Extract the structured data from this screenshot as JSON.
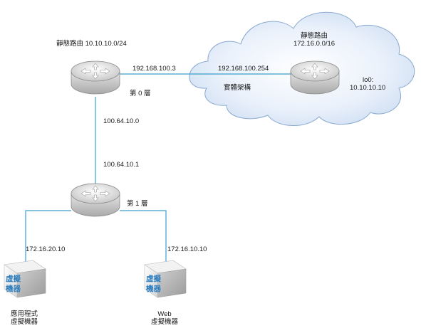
{
  "diagram": {
    "tier0_router_label": "靜態路由 10.10.10.0/24",
    "tier0_label": "第 0 層",
    "tier0_uplink_ip": "192.168.100.3",
    "physical_router_label_line1": "靜態路由",
    "physical_router_label_line2": "172.16.0.0/16",
    "physical_router_ip": "192.168.100.254",
    "physical_infra_label": "實體架構",
    "loopback_label": "lo0:",
    "loopback_ip": "10.10.10.10",
    "link_t0_ip": "100.64.10.0",
    "link_t1_ip": "100.64.10.1",
    "tier1_label": "第 1 層",
    "app_vm_ip": "172.16.20.10",
    "web_vm_ip": "172.16.10.10",
    "vm_icon_text_line1": "虛擬",
    "vm_icon_text_line2": "機器",
    "app_vm_label_line1": "應用程式",
    "app_vm_label_line2": "虛擬機器",
    "web_vm_label_line1": "Web",
    "web_vm_label_line2": "虛擬機器"
  },
  "colors": {
    "link_line": "#3a9fd0",
    "cloud_fill": "#d8e6f7",
    "cloud_stroke": "#8aa9d0",
    "router_body": "#d0d0d0",
    "vm_text": "#2f7fbf"
  },
  "icons": [
    "router-icon",
    "cloud-icon",
    "vm-icon"
  ]
}
